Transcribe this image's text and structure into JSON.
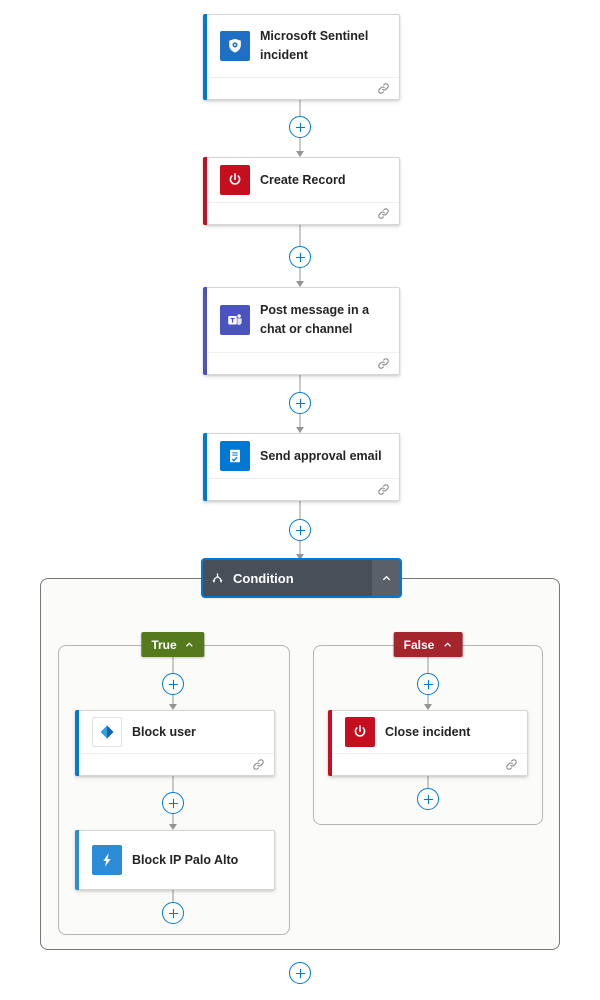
{
  "nodes": {
    "trigger": {
      "title": "Microsoft Sentinel incident",
      "accent": "#0078d4",
      "icon_bg": "#1f6fc4",
      "icon": "sentinel-shield"
    },
    "create_record": {
      "title": "Create Record",
      "accent": "#c50f1f",
      "icon_bg": "#c50f1f",
      "icon": "power"
    },
    "post_message": {
      "title": "Post message in a chat or channel",
      "accent": "#4b53bc",
      "icon_bg": "#4b53bc",
      "icon": "teams"
    },
    "send_approval": {
      "title": "Send approval email",
      "accent": "#0078d4",
      "icon_bg": "#0078d4",
      "icon": "approval-mail"
    },
    "block_user": {
      "title": "Block user",
      "accent": "#0078d4",
      "icon_bg": "#ffffff",
      "icon": "diamond"
    },
    "block_ip": {
      "title": "Block IP Palo Alto",
      "accent": "#2d8cd8",
      "icon_bg": "#2d8cd8",
      "icon": "lightning"
    },
    "close_incident": {
      "title": "Close incident",
      "accent": "#c50f1f",
      "icon_bg": "#c50f1f",
      "icon": "power"
    }
  },
  "condition": {
    "title": "Condition",
    "header_bg": "#484f58",
    "selection_outline": "#0078d4"
  },
  "branches": {
    "true": {
      "label": "True",
      "color": "#557a1d"
    },
    "false": {
      "label": "False",
      "color": "#a4262c"
    }
  },
  "ui": {
    "plus_color": "#0078d4",
    "connector_color": "#979593",
    "icons": {
      "sentinel-shield-icon": "shield-with-eye",
      "power-icon": "⏻",
      "teams-icon": "T-tile-with-person",
      "approval-email-icon": "document-with-check",
      "condition-icon": "branch-fork",
      "chevron-up-icon": "˄",
      "plus-icon": "+",
      "connection-icon": "link",
      "block-user-icon": "blue-diamond",
      "lightning-icon": "⚡"
    }
  }
}
